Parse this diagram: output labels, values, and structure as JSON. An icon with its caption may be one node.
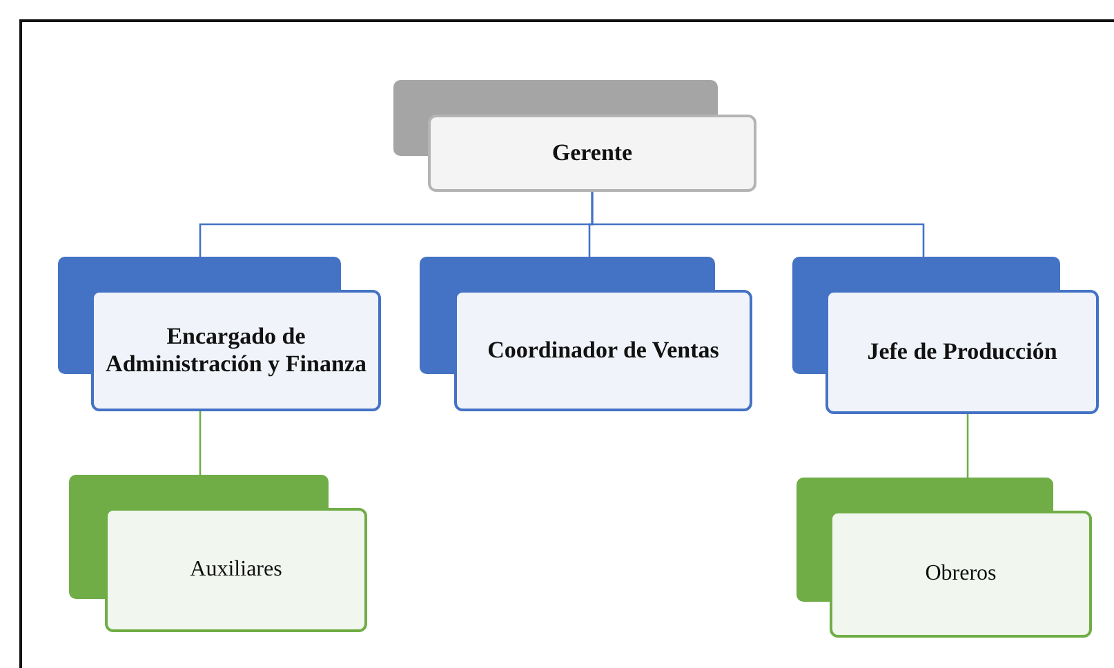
{
  "diagram": {
    "nodes": [
      {
        "text": [
          "Gerente"
        ]
      },
      {
        "text": [
          "Encargado de Administración y Finanza"
        ]
      },
      {
        "text": [
          "Coordinador de Ventas"
        ]
      },
      {
        "text": [
          "Jefe de Producción"
        ]
      },
      {
        "text": [
          "Auxiliares"
        ]
      },
      {
        "text": [
          "Obreros"
        ]
      }
    ],
    "edges": [
      {
        "from": 0,
        "to": 1,
        "arrow": "none"
      },
      {
        "from": 0,
        "to": 2,
        "arrow": "none"
      },
      {
        "from": 0,
        "to": 3,
        "arrow": "none"
      },
      {
        "from": 1,
        "to": 4,
        "arrow": "none",
        "color": "#70ad47"
      },
      {
        "from": 3,
        "to": 5,
        "arrow": "none",
        "color": "#70ad47"
      }
    ]
  }
}
